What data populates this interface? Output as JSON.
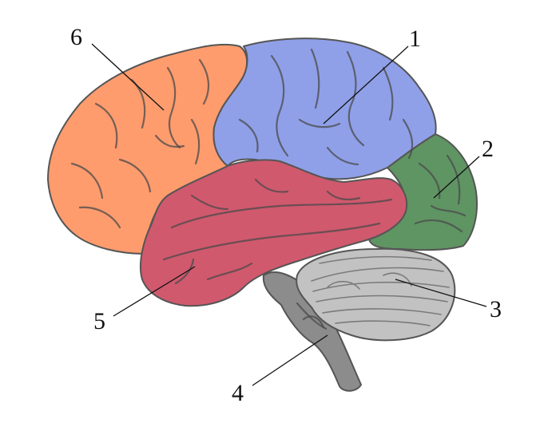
{
  "regions": [
    {
      "id": "parietal",
      "label": "1",
      "color": "#8fa0e8"
    },
    {
      "id": "occipital",
      "label": "2",
      "color": "#5f9463"
    },
    {
      "id": "cerebellum",
      "label": "3",
      "color": "#c2c2c2"
    },
    {
      "id": "brainstem",
      "label": "4",
      "color": "#8c8c8c"
    },
    {
      "id": "temporal",
      "label": "5",
      "color": "#d0596e"
    },
    {
      "id": "frontal",
      "label": "6",
      "color": "#ff9c6e"
    }
  ]
}
